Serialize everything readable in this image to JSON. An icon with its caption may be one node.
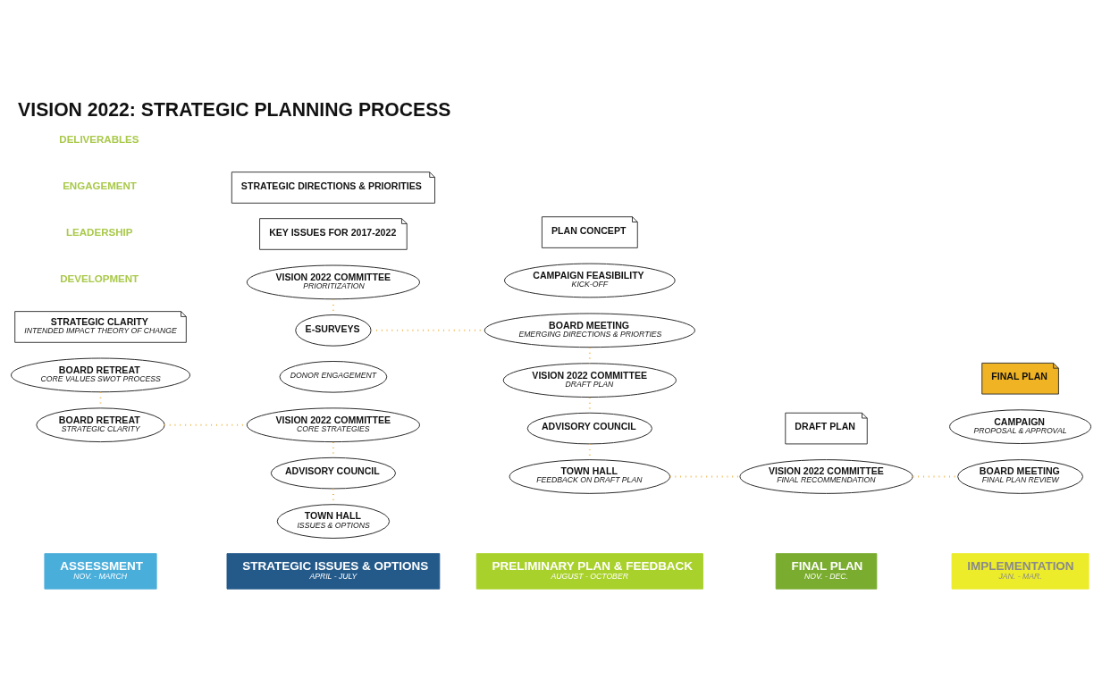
{
  "diagram": {
    "title": "VISION 2022: STRATEGIC PLANNING PROCESS",
    "nodes": [
      {
        "text": [
          "ASSESSMENT",
          "NOV. - MARCH"
        ]
      },
      {
        "text": [
          "STRATEGIC ISSUES & OPTIONS",
          "APRIL - JULY"
        ]
      },
      {
        "text": [
          "PRELIMINARY PLAN & FEEDBACK",
          "AUGUST - OCTOBER"
        ]
      },
      {
        "text": [
          "FINAL PLAN",
          "NOV. - DEC."
        ]
      },
      {
        "text": [
          "IMPLEMENTATION",
          "JAN. - MAR."
        ]
      },
      {
        "text": [
          "BOARD RETREAT",
          "CORE VALUES SWOT PROCESS"
        ]
      },
      {
        "text": [
          "BOARD RETREAT",
          "STRATEGIC CLARITY"
        ]
      },
      {
        "text": [
          "STRATEGIC CLARITY",
          "INTENDED IMPACT THEORY OF CHANGE"
        ]
      },
      {
        "text": [
          "DONOR ENGAGEMENT"
        ]
      },
      {
        "text": [
          "ADVISORY COUNCIL"
        ]
      },
      {
        "text": [
          "VISION 2022 COMMITTEE",
          "CORE STRATEGIES"
        ]
      },
      {
        "text": [
          "VISION 2022 COMMITTEE",
          "PRIORITIZATION"
        ]
      },
      {
        "text": [
          "TOWN HALL",
          "ISSUES & OPTIONS"
        ]
      },
      {
        "text": [
          "E-SURVEYS"
        ]
      },
      {
        "text": [
          "KEY ISSUES FOR 2017-2022"
        ]
      },
      {
        "text": [
          "STRATEGIC DIRECTIONS & PRIORITIES"
        ]
      },
      {
        "text": [
          "CAMPAIGN FEASIBILITY",
          "KICK-OFF"
        ]
      },
      {
        "text": [
          "ADVISORY COUNCIL"
        ]
      },
      {
        "text": [
          "BOARD MEETING",
          "EMERGING DIRECTIONS & PRIORTIES"
        ]
      },
      {
        "text": [
          "VISION 2022 COMMITTEE",
          "DRAFT PLAN"
        ]
      },
      {
        "text": [
          "TOWN HALL",
          "FEEDBACK ON DRAFT PLAN"
        ]
      },
      {
        "text": [
          "PLAN CONCEPT"
        ]
      },
      {
        "text": [
          "VISION 2022 COMMITTEE",
          "FINAL RECOMMENDATION"
        ]
      },
      {
        "text": [
          "DRAFT PLAN"
        ]
      },
      {
        "text": [
          "CAMPAIGN",
          "PROPOSAL & APPROVAL"
        ]
      },
      {
        "text": [
          "BOARD MEETING",
          "FINAL PLAN REVIEW"
        ]
      },
      {
        "text": [
          "FINAL PLAN"
        ]
      }
    ],
    "edges": [
      {
        "from": 5,
        "to": 6,
        "arrow": "none"
      },
      {
        "from": 6,
        "to": 10,
        "arrow": "none"
      },
      {
        "from": 10,
        "to": 9,
        "arrow": "none"
      },
      {
        "from": 9,
        "to": 12,
        "arrow": "none"
      },
      {
        "from": 11,
        "to": 13,
        "arrow": "none"
      },
      {
        "from": 13,
        "to": 18,
        "arrow": "none"
      },
      {
        "from": 18,
        "to": 19,
        "arrow": "none"
      },
      {
        "from": 19,
        "to": 17,
        "arrow": "none"
      },
      {
        "from": 17,
        "to": 20,
        "arrow": "none"
      },
      {
        "from": 20,
        "to": 22,
        "arrow": "none"
      },
      {
        "from": 22,
        "to": 25,
        "arrow": "none"
      }
    ],
    "labels": [
      "DEVELOPMENT",
      "LEADERSHIP",
      "ENGAGEMENT",
      "DELIVERABLES"
    ]
  }
}
